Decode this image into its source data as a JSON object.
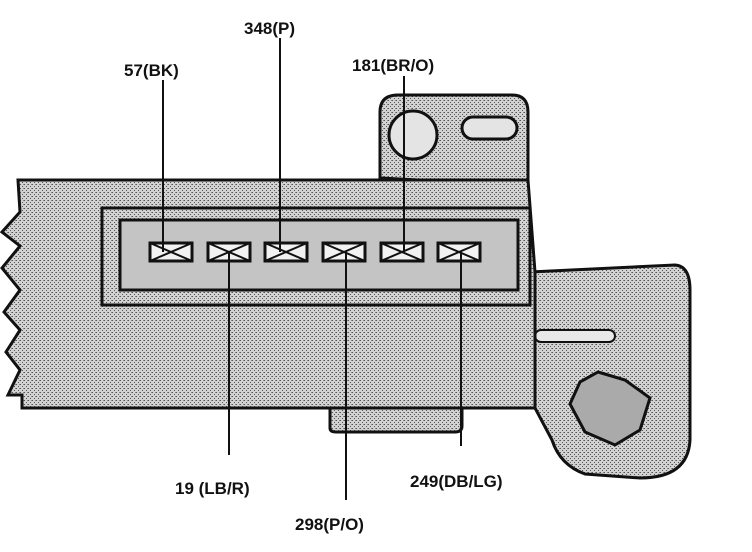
{
  "diagram": {
    "colors": {
      "stroke": "#111111",
      "housing_fill": "#c8c8c8",
      "background": "#ffffff"
    },
    "pins": [
      {
        "label": "57(BK)"
      },
      {
        "label": "19 (LB/R)"
      },
      {
        "label": "348(P)"
      },
      {
        "label": "298(P/O)"
      },
      {
        "label": "181(BR/O)"
      },
      {
        "label": "249(DB/LG)"
      }
    ]
  }
}
